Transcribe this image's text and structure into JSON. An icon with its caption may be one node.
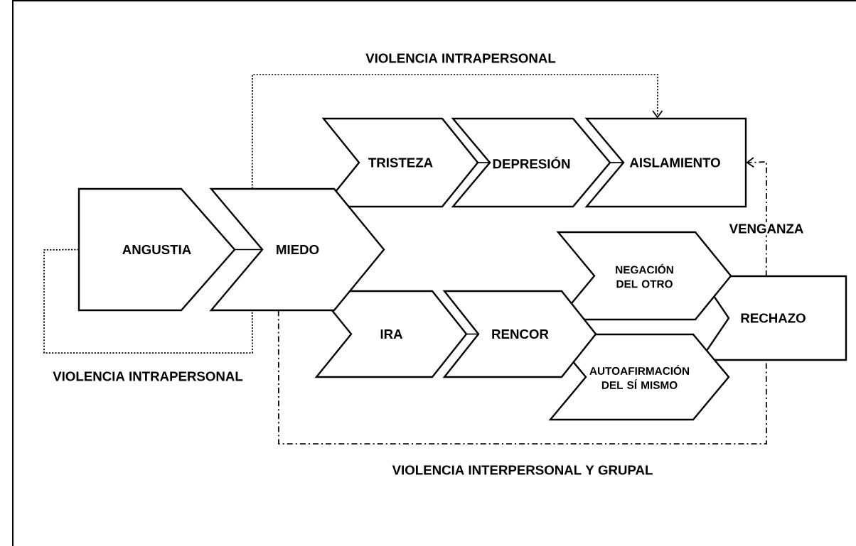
{
  "diagram": {
    "nodes": [
      {
        "text": [
          "ANGUSTIA"
        ]
      },
      {
        "text": [
          "MIEDO"
        ]
      },
      {
        "text": [
          "TRISTEZA"
        ]
      },
      {
        "text": [
          "DEPRESIÓN"
        ]
      },
      {
        "text": [
          "AISLAMIENTO"
        ]
      },
      {
        "text": [
          "IRA"
        ]
      },
      {
        "text": [
          "RENCOR"
        ]
      },
      {
        "text": [
          "NEGACIÓN DEL OTRO"
        ]
      },
      {
        "text": [
          "AUTOAFIRMACIÓN DEL SÍ MISMO"
        ]
      },
      {
        "text": [
          "RECHAZO"
        ]
      }
    ],
    "edges": [
      {
        "from": 0,
        "to": 1,
        "arrow": "none",
        "style": "dashed",
        "label": "VIOLENCIA INTRAPERSONAL"
      },
      {
        "from": 1,
        "to": 4,
        "arrow": "to",
        "style": "dashed",
        "label": "VIOLENCIA INTRAPERSONAL"
      },
      {
        "from": 1,
        "to": 9,
        "arrow": "none",
        "style": "dashed",
        "label": "VIOLENCIA INTERPERSONAL Y GRUPAL"
      },
      {
        "from": 9,
        "to": 4,
        "arrow": "to",
        "style": "dashed",
        "label": "VENGANZA"
      },
      {
        "from": 0,
        "to": 1,
        "arrow": "none"
      },
      {
        "from": 2,
        "to": 3,
        "arrow": "none"
      },
      {
        "from": 3,
        "to": 4,
        "arrow": "none"
      },
      {
        "from": 5,
        "to": 6,
        "arrow": "none"
      }
    ]
  }
}
